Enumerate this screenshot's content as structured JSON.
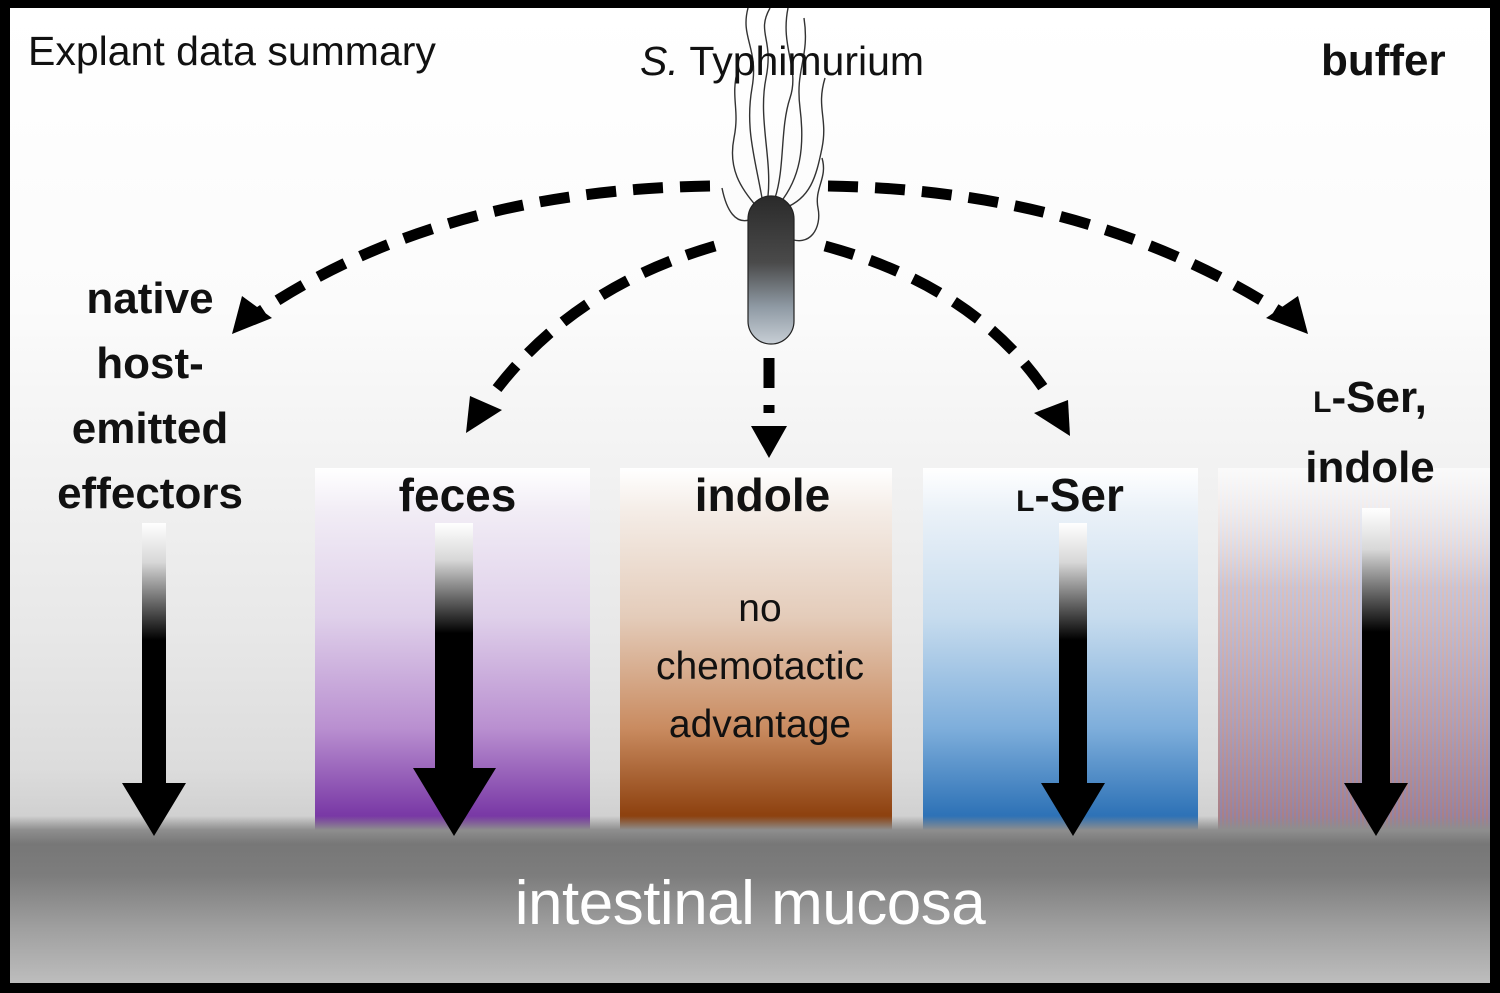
{
  "header": {
    "summary_title": "Explant data summary",
    "organism_italic": "S.",
    "organism_rest": "Typhimurium",
    "buffer_label": "buffer"
  },
  "conditions": {
    "native": {
      "line1": "native",
      "line2": "host-",
      "line3": "emitted",
      "line4": "effectors"
    },
    "feces": {
      "label": "feces",
      "color": "#7030a0"
    },
    "indole": {
      "label": "indole",
      "color": "#843c0c",
      "result_line1": "no",
      "result_line2": "chemotactic",
      "result_line3": "advantage"
    },
    "lser": {
      "prefix": "L",
      "label": "-Ser",
      "color": "#2e75b6"
    },
    "lser_indole": {
      "prefix": "L",
      "line1": "-Ser,",
      "line2": "indole"
    }
  },
  "surface": {
    "label": "intestinal mucosa"
  },
  "colors": {
    "background": "#ffffff",
    "border": "#000000",
    "arrow": "#000000",
    "mucosa": "#808080"
  },
  "icons": {
    "bacterium": "bacterium-with-flagella-icon",
    "path_arrow": "dashed-arrow-icon",
    "migration_arrow": "gradient-down-arrow-icon"
  }
}
